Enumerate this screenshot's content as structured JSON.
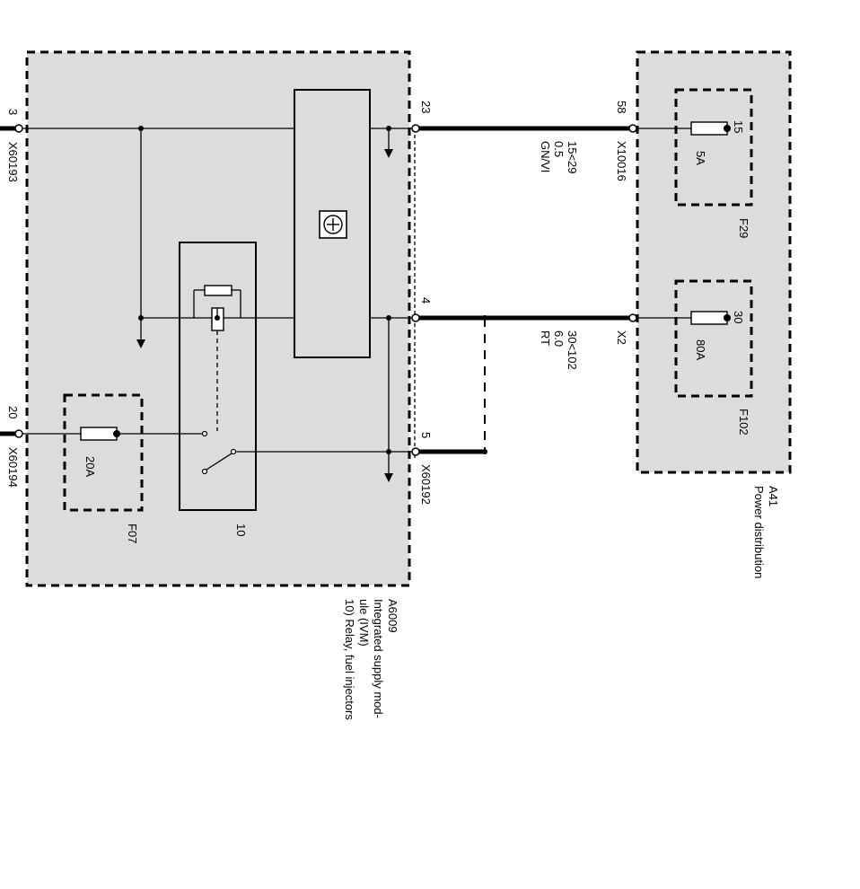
{
  "modules": {
    "a6009": {
      "id": "A6009",
      "desc1": "Integrated supply mod-",
      "desc2": "ule (IVM)",
      "desc3": "10) Relay, fuel injectors"
    },
    "a41": {
      "id": "A41",
      "desc": "Power distribution"
    }
  },
  "connectors": {
    "x60193": "X60193",
    "x60194": "X60194",
    "x60192": "X60192",
    "x10016": "X10016",
    "x2": "X2"
  },
  "pins": {
    "p3": "3",
    "p20": "20",
    "p23": "23",
    "p4": "4",
    "p5": "5",
    "p58": "58",
    "p15": "15",
    "p30": "30"
  },
  "fuses": {
    "f07": {
      "id": "F07",
      "rating": "20A"
    },
    "f29": {
      "id": "F29",
      "rating": "5A"
    },
    "f102": {
      "id": "F102",
      "rating": "80A"
    }
  },
  "relay": {
    "id": "10"
  },
  "wires": {
    "w1": {
      "circuit": "15<29",
      "size": "0.5",
      "color": "GN/VI"
    },
    "w2": {
      "circuit": "30<102",
      "size": "6.0",
      "color": "RT"
    }
  }
}
